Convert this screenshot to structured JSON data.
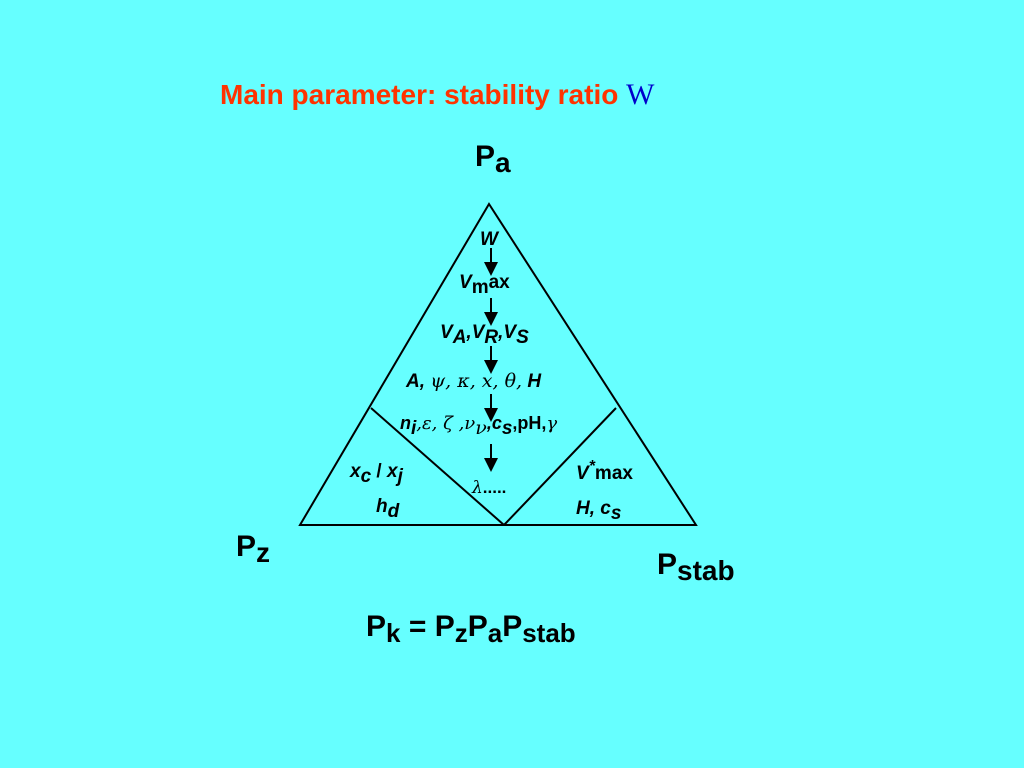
{
  "title": {
    "text": "Main parameter: stability ratio",
    "symbol": "W"
  },
  "corners": {
    "top": {
      "main": "P",
      "sub": "a"
    },
    "left": {
      "main": "P",
      "sub": "z"
    },
    "right": {
      "main": "P",
      "sub": "stab"
    }
  },
  "chain": {
    "w": "W",
    "vmax": {
      "main": "V",
      "sub": "m",
      "rest": "ax"
    },
    "vars": {
      "a_main": "V",
      "a_sub": "A",
      "sep1": ",",
      "r_main": "V",
      "r_sub": "R",
      "sep2": ",",
      "s_main": "V",
      "s_sub": "S"
    },
    "params": {
      "a": "A,",
      "greek": "ψ,  κ, x,  θ,",
      "h": "H"
    },
    "ni": {
      "n": "n",
      "sub": "i",
      "greek": ",ε, ζ ,ν",
      "nu_sub": "ν",
      "c": ",c",
      "c_sub": "s",
      "ph": ",pH,",
      "gamma": "γ"
    },
    "lambda": {
      "sym": "λ",
      "dots": "....."
    }
  },
  "left_region": {
    "xc_main": "x",
    "xc_sub": "c",
    "slash": " / ",
    "xj_main": "x",
    "xj_sub": "j",
    "hd_main": "h",
    "hd_sub": "d"
  },
  "right_region": {
    "v_main": "V",
    "v_sup": "*",
    "v_rest": "max",
    "h": "H, c",
    "cs_sub": "s"
  },
  "equation": {
    "lhs_main": "P",
    "lhs_sub": "k",
    "equals": " = ",
    "t1_main": "P",
    "t1_sub": "z",
    "t2_main": "P",
    "t2_sub": "a",
    "t3_main": "P",
    "t3_sub": "stab"
  }
}
